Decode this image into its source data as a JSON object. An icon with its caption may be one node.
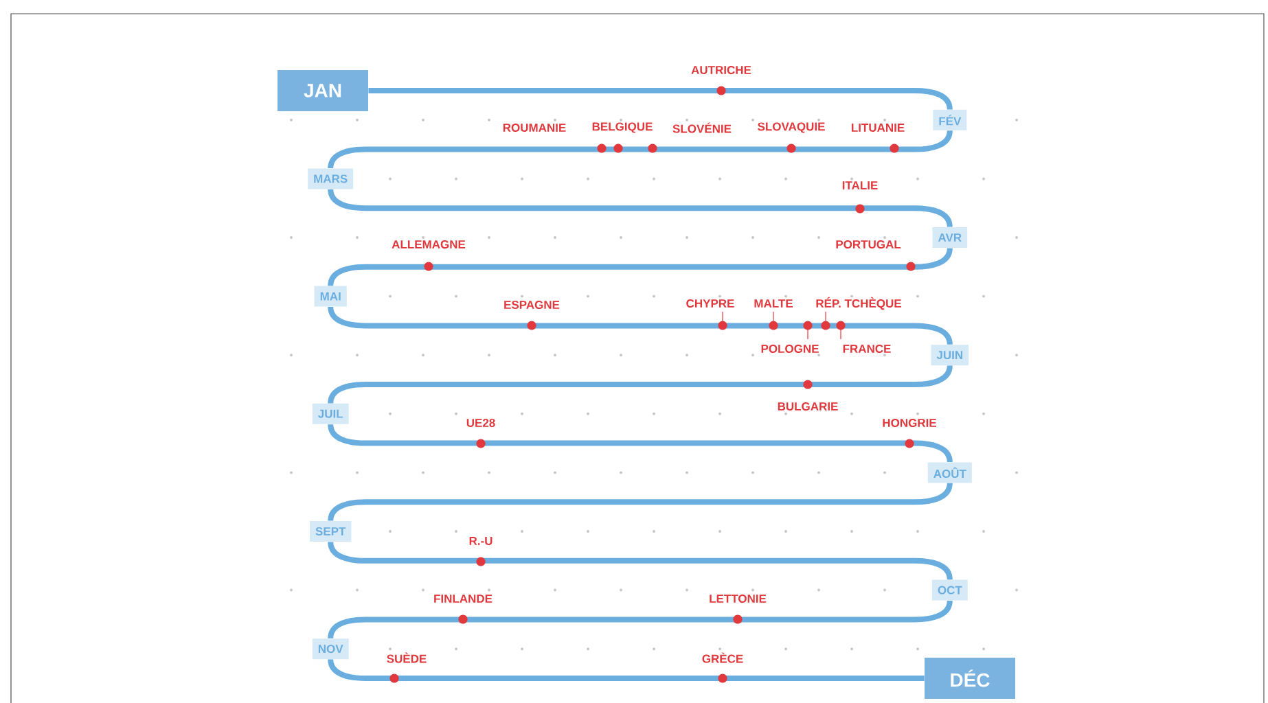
{
  "diagram": {
    "nodes": [
      {
        "text": [
          "JAN"
        ]
      },
      {
        "text": [
          "FÉV"
        ]
      },
      {
        "text": [
          "MARS"
        ]
      },
      {
        "text": [
          "AVR"
        ]
      },
      {
        "text": [
          "MAI"
        ]
      },
      {
        "text": [
          "JUIN"
        ]
      },
      {
        "text": [
          "JUIL"
        ]
      },
      {
        "text": [
          "AOÛT"
        ]
      },
      {
        "text": [
          "SEPT"
        ]
      },
      {
        "text": [
          "OCT"
        ]
      },
      {
        "text": [
          "NOV"
        ]
      },
      {
        "text": [
          "DÉC"
        ]
      }
    ],
    "edges": [
      {
        "from": 0,
        "to": 1,
        "arrow": "none"
      },
      {
        "from": 1,
        "to": 2,
        "arrow": "none"
      },
      {
        "from": 2,
        "to": 3,
        "arrow": "none"
      },
      {
        "from": 3,
        "to": 4,
        "arrow": "none"
      },
      {
        "from": 4,
        "to": 5,
        "arrow": "none"
      },
      {
        "from": 5,
        "to": 6,
        "arrow": "none"
      },
      {
        "from": 6,
        "to": 7,
        "arrow": "none"
      },
      {
        "from": 7,
        "to": 8,
        "arrow": "none"
      },
      {
        "from": 8,
        "to": 9,
        "arrow": "none"
      },
      {
        "from": 9,
        "to": 10,
        "arrow": "none"
      },
      {
        "from": 10,
        "to": 11,
        "arrow": "none"
      }
    ],
    "labels": [
      "AUTRICHE",
      "ROUMANIE",
      "BELGIQUE",
      "SLOVÉNIE",
      "SLOVAQUIE",
      "LITUANIE",
      "ITALIE",
      "ALLEMAGNE",
      "PORTUGAL",
      "ESPAGNE",
      "CHYPRE",
      "MALTE",
      "RÉP. TCHÈQUE",
      "POLOGNE",
      "FRANCE",
      "BULGARIE",
      "UE28",
      "HONGRIE",
      "R.-U",
      "FINLANDE",
      "LETTONIE",
      "SUÈDE",
      "GRÈCE"
    ]
  }
}
